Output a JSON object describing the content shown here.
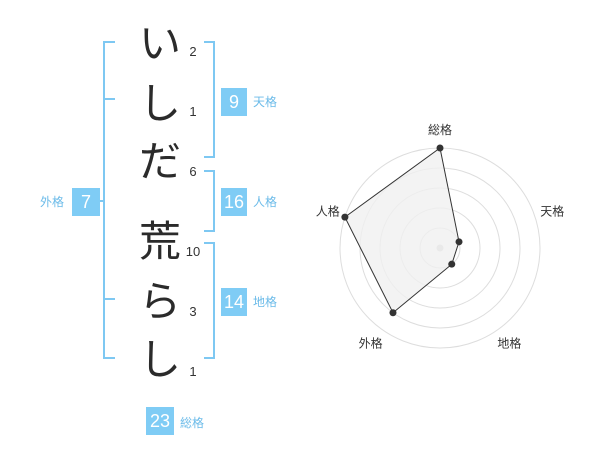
{
  "name_chars": [
    {
      "char": "い",
      "strokes": "2"
    },
    {
      "char": "し",
      "strokes": "1"
    },
    {
      "char": "だ",
      "strokes": "6"
    },
    {
      "char": "荒",
      "strokes": "10"
    },
    {
      "char": "ら",
      "strokes": "3"
    },
    {
      "char": "し",
      "strokes": "1"
    }
  ],
  "scores": {
    "tenkaku": {
      "value": "9",
      "label": "天格"
    },
    "jinkaku": {
      "value": "16",
      "label": "人格"
    },
    "chikaku": {
      "value": "14",
      "label": "地格"
    },
    "gaikaku": {
      "value": "7",
      "label": "外格"
    },
    "soukaku": {
      "value": "23",
      "label": "総格"
    }
  },
  "chart_data": {
    "type": "radar",
    "axes": [
      "総格",
      "天格",
      "地格",
      "外格",
      "人格"
    ],
    "values": [
      5,
      1,
      1,
      4,
      5
    ],
    "max": 5,
    "rings": 5,
    "colors": {
      "fill": "#f0f0f0",
      "line": "#333333",
      "grid": "#dddddd",
      "center": "#cccccc"
    }
  }
}
